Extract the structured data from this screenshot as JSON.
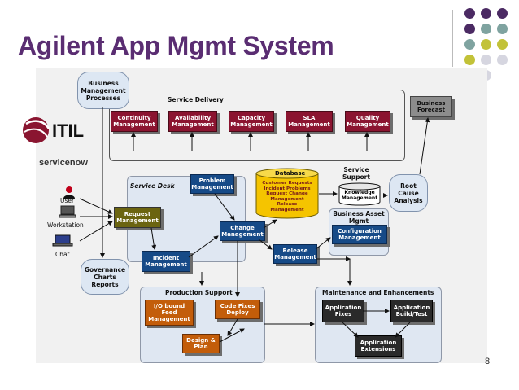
{
  "slide": {
    "title": "Agilent App Mgmt System",
    "page_number": "8"
  },
  "logos": {
    "itil": "ITIL",
    "servicenow": "servicenow"
  },
  "actors": {
    "user": "User",
    "workstation": "Workstation",
    "chat": "Chat"
  },
  "regions": {
    "service_delivery": "Service Delivery",
    "service_desk": "Service Desk",
    "production_support": "Production Support",
    "maintenance": "Maintenance and Enhancements",
    "service_support": "Service Support",
    "business_asset": "Business Asset Mgmt"
  },
  "clouds": {
    "bmp": "Business Management Processes",
    "governance": "Governance Charts Reports",
    "root_cause": "Root Cause Analysis"
  },
  "service_delivery_boxes": [
    "Continuity Management",
    "Availability Management",
    "Capacity Management",
    "SLA Management",
    "Quality Management"
  ],
  "business_forecast": "Business Forecast",
  "database": {
    "title": "Database",
    "items": "Customer Requests Incident Problems Request Change Management Release Management"
  },
  "knowledge": "Knowledge Management",
  "desk": {
    "problem": "Problem Management",
    "request": "Request Management",
    "change": "Change Management",
    "incident": "Incident Management",
    "release": "Release Management",
    "configuration": "Configuration Management"
  },
  "production": {
    "io_bound": "I/O bound Feed Management",
    "code_fixes": "Code Fixes Deploy",
    "design": "Design & Plan"
  },
  "maintenance_boxes": {
    "app_fixes": "Application Fixes",
    "app_build": "Application Build/Test",
    "app_ext": "Application Extensions"
  },
  "colors": {
    "title": "#5a2d72",
    "maroon": "#8b1430",
    "navy": "#164a87",
    "orange": "#c35d0a",
    "olive": "#6b6410",
    "dot_purple": "#4b2a63",
    "dot_teal": "#7fa3a0",
    "dot_lime": "#c2c238",
    "dot_grey": "#d6d6e0"
  }
}
